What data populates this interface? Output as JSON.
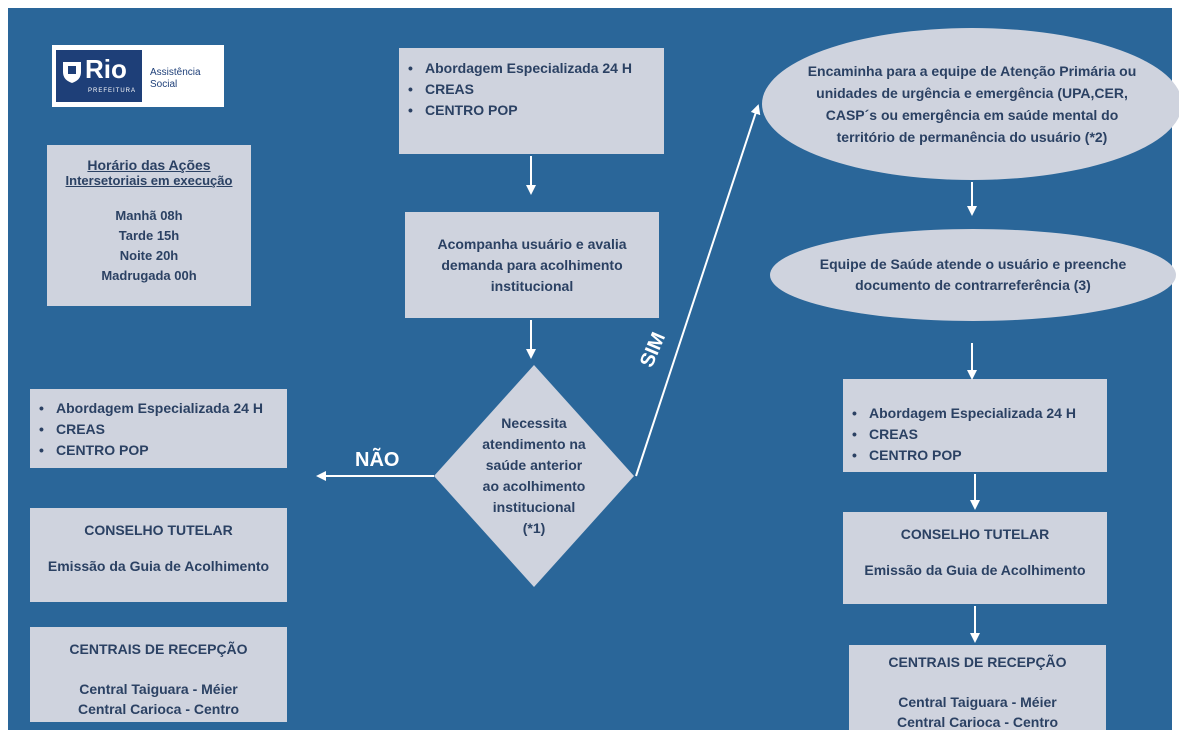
{
  "logo": {
    "brand": "Rio",
    "sub": "PREFEITURA",
    "dept_line1": "Assistência",
    "dept_line2": "Social"
  },
  "schedule": {
    "title_line1": "Horário das Ações",
    "title_line2": "Intersetoriais em execução",
    "times": [
      "Manhã 08h",
      "Tarde 15h",
      "Noite 20h",
      "Madrugada 00h"
    ]
  },
  "top_services": {
    "items": [
      "Abordagem Especializada 24 H",
      "CREAS",
      "CENTRO POP"
    ]
  },
  "follow_up": {
    "text": "Acompanha usuário e avalia demanda para acolhimento institucional"
  },
  "decision": {
    "lines": [
      "Necessita",
      "atendimento na",
      "saúde anterior",
      "ao acolhimento",
      "institucional",
      "(*1)"
    ]
  },
  "labels": {
    "yes": "SIM",
    "no": "NÃO"
  },
  "left_services": {
    "items": [
      "Abordagem Especializada 24 H",
      "CREAS",
      "CENTRO POP"
    ]
  },
  "left_council": {
    "title": "CONSELHO TUTELAR",
    "text": "Emissão da Guia de Acolhimento"
  },
  "left_centrals": {
    "title": "CENTRAIS  DE RECEPÇÃO",
    "line1": "Central Taiguara - Méier",
    "line2": "Central Carioca - Centro"
  },
  "referral": {
    "text": "Encaminha para a equipe de Atenção Primária ou unidades de urgência e emergência (UPA,CER, CASP´s ou emergência em saúde mental do território de permanência do usuário (*2)"
  },
  "health_team": {
    "text": "Equipe de Saúde atende o usuário e preenche documento de contrarreferência (3)"
  },
  "right_services": {
    "items": [
      "Abordagem Especializada 24 H",
      "CREAS",
      "CENTRO POP"
    ]
  },
  "right_council": {
    "title": "CONSELHO TUTELAR",
    "text": "Emissão da Guia de Acolhimento"
  },
  "right_centrals": {
    "title": "CENTRAIS  DE RECEPÇÃO",
    "line1": "Central Taiguara - Méier",
    "line2": "Central Carioca - Centro"
  },
  "colors": {
    "background": "#2a6699",
    "box": "#cfd3de",
    "text": "#2b4163",
    "arrow": "#ffffff"
  }
}
